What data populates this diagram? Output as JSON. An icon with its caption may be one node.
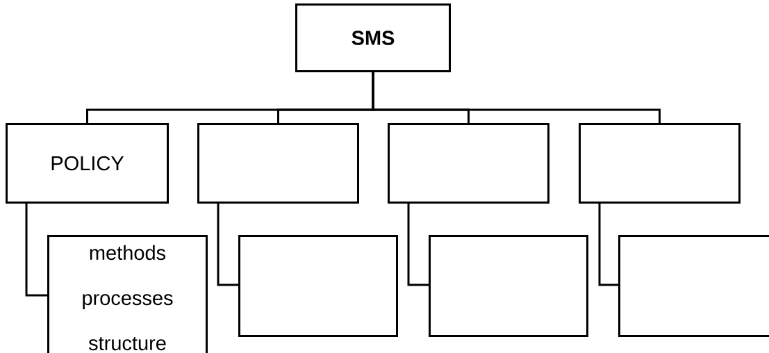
{
  "diagram": {
    "nodes": [
      {
        "text": [
          "SMS"
        ]
      },
      {
        "text": [
          "POLICY"
        ]
      },
      {
        "text": [],
        "shape": "box"
      },
      {
        "text": [],
        "shape": "box"
      },
      {
        "text": [],
        "shape": "box"
      },
      {
        "text": [
          "methods",
          "processes",
          "structure"
        ]
      },
      {
        "text": [],
        "shape": "box"
      },
      {
        "text": [],
        "shape": "box"
      },
      {
        "text": [],
        "shape": "box"
      }
    ],
    "edges": [
      {
        "from": 0,
        "to": 1,
        "arrow": "none"
      },
      {
        "from": 0,
        "to": 2,
        "arrow": "none"
      },
      {
        "from": 0,
        "to": 3,
        "arrow": "none"
      },
      {
        "from": 0,
        "to": 4,
        "arrow": "none"
      },
      {
        "from": 1,
        "to": 5,
        "arrow": "none"
      },
      {
        "from": 2,
        "to": 6,
        "arrow": "none"
      },
      {
        "from": 3,
        "to": 7,
        "arrow": "none"
      },
      {
        "from": 4,
        "to": 8,
        "arrow": "none"
      }
    ]
  }
}
